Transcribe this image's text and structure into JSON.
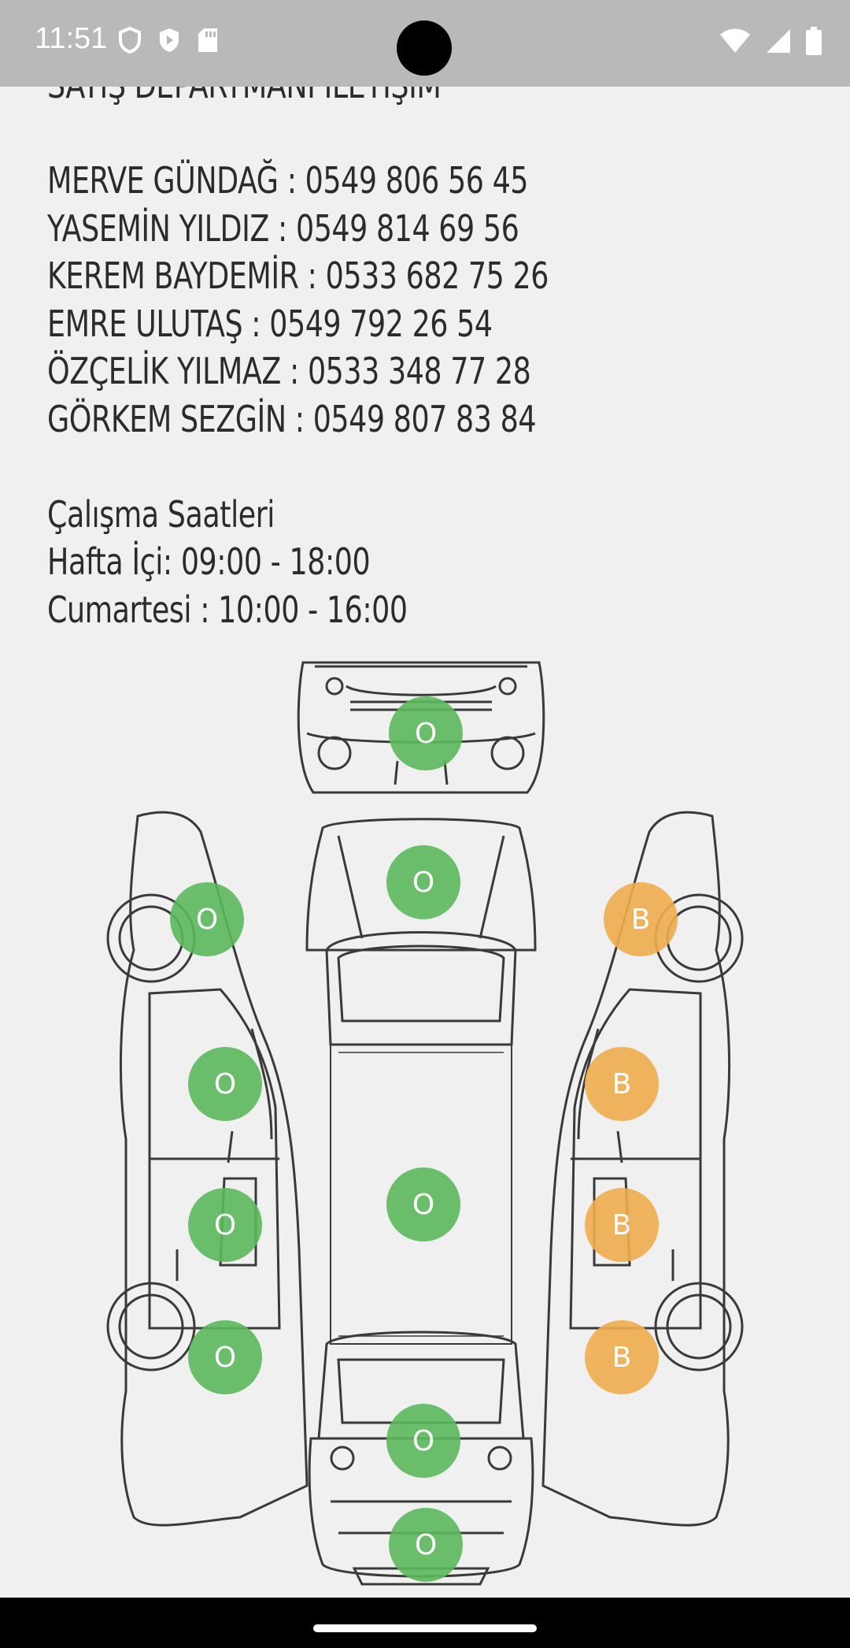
{
  "status_bar": {
    "time": "11:51",
    "left_icons": [
      "shield-icon",
      "play-protect-icon",
      "sd-card-icon"
    ],
    "right_icons": [
      "wifi-icon",
      "signal-icon",
      "battery-icon"
    ]
  },
  "contact": {
    "heading": "SATIŞ DEPARTMANI İLETİŞİM",
    "people": [
      "MERVE GÜNDAĞ : 0549 806 56 45",
      "YASEMİN YILDIZ : 0549 814 69 56",
      "KEREM BAYDEMİR : 0533 682 75 26",
      "EMRE ULUTAŞ : 0549 792 26 54",
      "ÖZÇELİK YILMAZ : 0533 348 77 28",
      "GÖRKEM SEZGİN : 0549 807 83 84"
    ],
    "hours_title": "Çalışma Saatleri",
    "weekday": "Hafta İçi: 09:00 - 18:00",
    "saturday": "Cumartesi : 10:00 - 16:00"
  },
  "colors": {
    "original": "#5cb85c",
    "painted": "#f0ad4e"
  },
  "car_parts": [
    {
      "name": "front-bumper",
      "status": "O"
    },
    {
      "name": "hood",
      "status": "O"
    },
    {
      "name": "left-front-fender",
      "status": "O"
    },
    {
      "name": "right-front-fender",
      "status": "B"
    },
    {
      "name": "left-front-door",
      "status": "O"
    },
    {
      "name": "right-front-door",
      "status": "B"
    },
    {
      "name": "roof",
      "status": "O"
    },
    {
      "name": "left-rear-door",
      "status": "O"
    },
    {
      "name": "right-rear-door",
      "status": "B"
    },
    {
      "name": "left-rear-fender",
      "status": "O"
    },
    {
      "name": "right-rear-fender",
      "status": "B"
    },
    {
      "name": "trunk",
      "status": "O"
    },
    {
      "name": "rear-bumper",
      "status": "O"
    }
  ]
}
